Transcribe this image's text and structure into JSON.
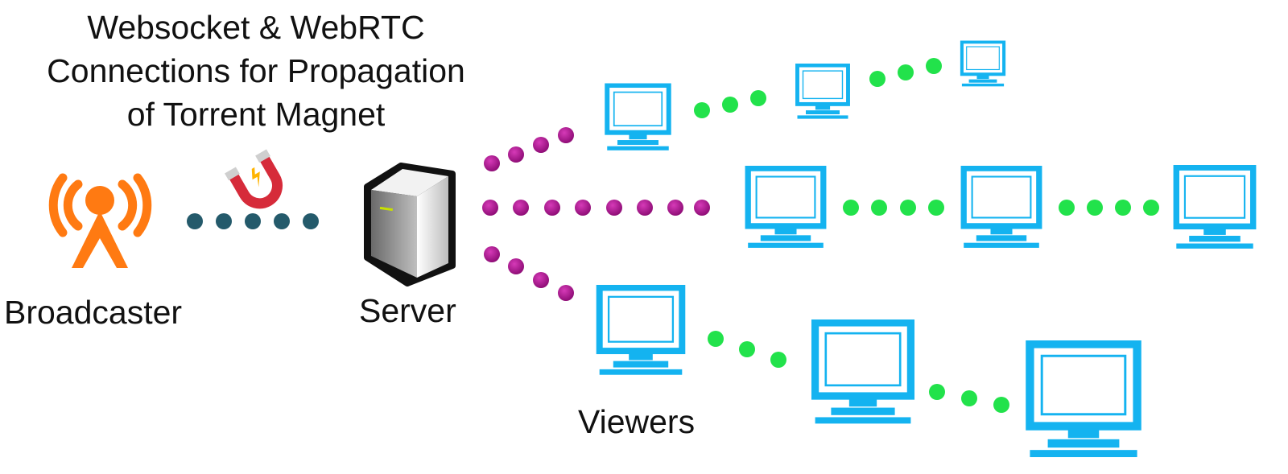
{
  "title": {
    "line1": "Websocket & WebRTC",
    "line2": "Connections for Propagation",
    "line3": "of Torrent Magnet"
  },
  "labels": {
    "broadcaster": "Broadcaster",
    "server": "Server",
    "viewers": "Viewers"
  },
  "icons": {
    "broadcaster": "broadcast-tower-icon",
    "magnet": "magnet-icon",
    "server": "server-icon",
    "viewer": "computer-monitor-icon"
  },
  "colors": {
    "broadcaster_orange": "#ff7a12",
    "websocket_dots": "#245a6b",
    "server_links": "#a0118a",
    "p2p_links": "#22e24b",
    "viewer_blue": "#14b3f0",
    "magnet_red": "#d62b3a"
  }
}
